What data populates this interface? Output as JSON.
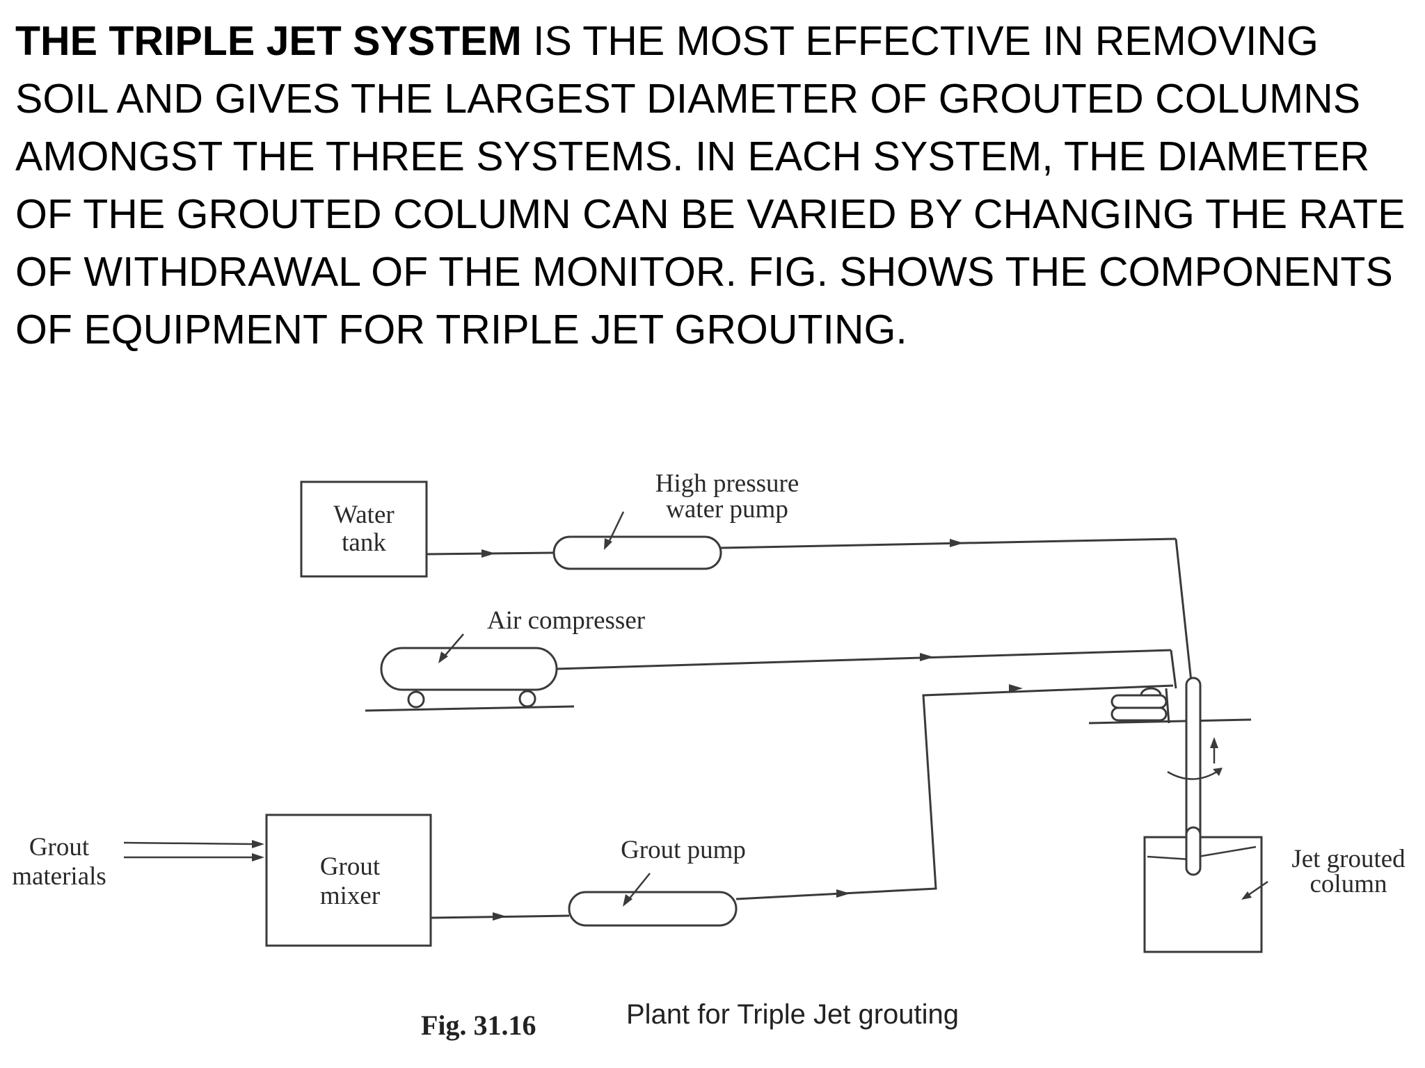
{
  "paragraph": {
    "lead": "THE TRIPLE JET SYSTEM",
    "body": " IS THE MOST EFFECTIVE IN REMOVING SOIL AND GIVES THE LARGEST DIAMETER OF GROUTED COLUMNS AMONGST THE THREE SYSTEMS. IN EACH SYSTEM, THE DIAMETER OF THE GROUTED COLUMN CAN BE VARIED BY CHANGING THE RATE OF WITHDRAWAL OF THE MONITOR. FIG. SHOWS THE COMPONENTS OF EQUIPMENT FOR TRIPLE JET GROUTING."
  },
  "diagram": {
    "water_tank": [
      "Water",
      "tank"
    ],
    "high_pressure_water_pump": [
      "High pressure",
      "water pump"
    ],
    "air_compressor": "Air compresser",
    "grout_materials": [
      "Grout",
      "materials"
    ],
    "grout_mixer": [
      "Grout",
      "mixer"
    ],
    "grout_pump": "Grout pump",
    "jet_grouted_column": [
      "Jet grouted",
      "column"
    ]
  },
  "caption": {
    "number": "Fig. 31.16",
    "title": "Plant for Triple Jet grouting"
  }
}
